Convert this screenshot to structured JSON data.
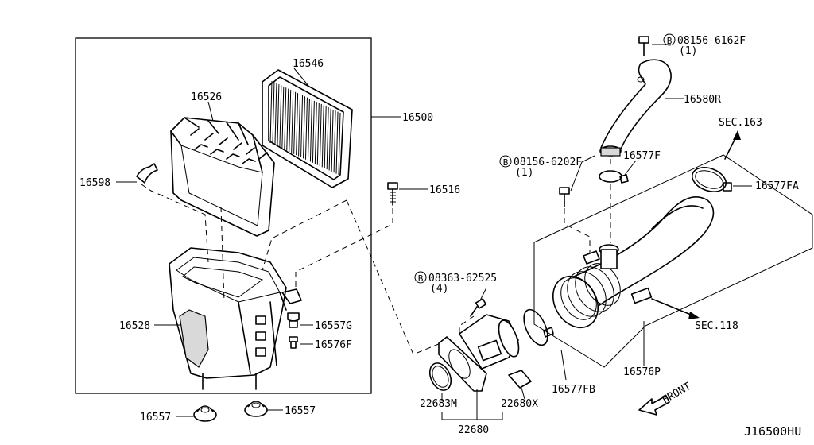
{
  "diagram_id": "J16500HU",
  "labels": {
    "p16546": "16546",
    "p16526": "16526",
    "p16500": "16500",
    "p16598": "16598",
    "p16516": "16516",
    "p16528": "16528",
    "p16557G": "16557G",
    "p16576F": "16576F",
    "p16557_left": "16557",
    "p16557_right": "16557",
    "p22683M": "22683M",
    "p22680": "22680",
    "p22680X": "22680X",
    "p16577FB": "16577FB",
    "p16576P": "16576P",
    "p16577FA": "16577FA",
    "p16577F": "16577F",
    "p16580R": "16580R",
    "sec163": "SEC.163",
    "sec118": "SEC.118",
    "front": "FRONT"
  },
  "bolts": {
    "b1_code": "08156-6162F",
    "b1_qty": "(1)",
    "b2_code": "08156-6202F",
    "b2_qty": "(1)",
    "b3_code": "08363-62525",
    "b3_qty": "(4)",
    "symbol": "B"
  }
}
